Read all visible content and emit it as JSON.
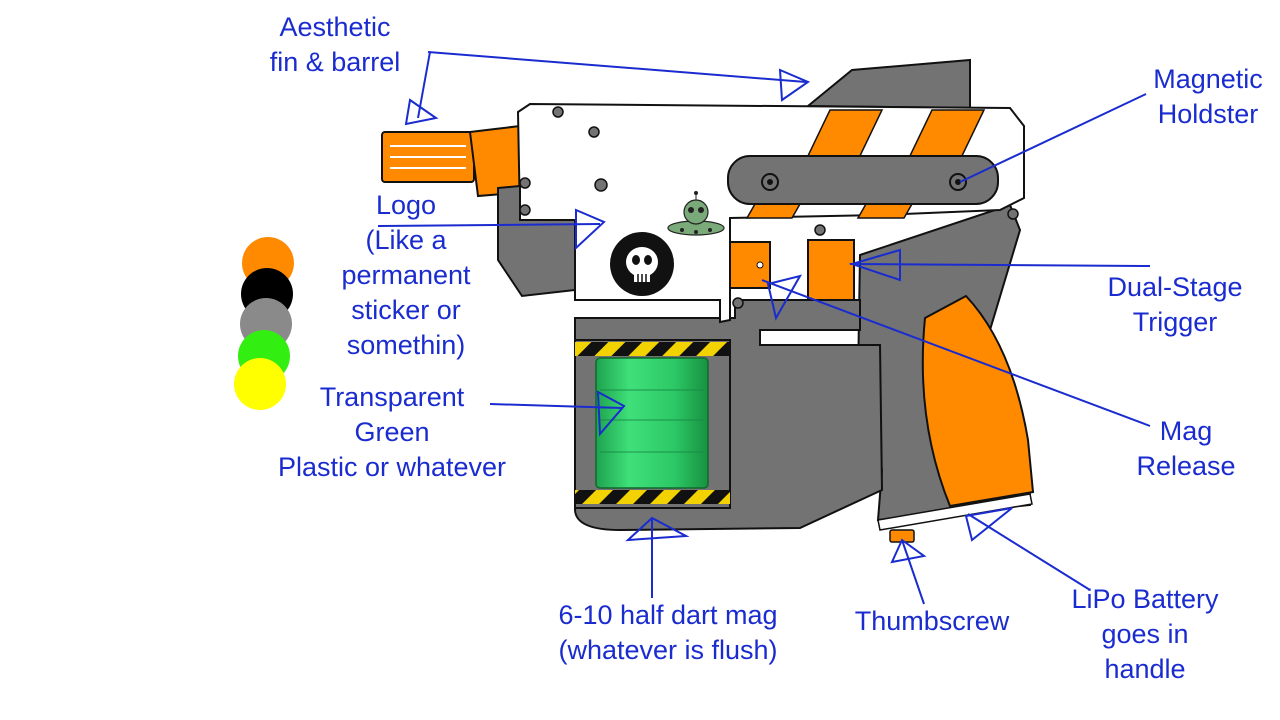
{
  "labels": {
    "aesthetic": [
      "Aesthetic",
      "fin & barrel"
    ],
    "logo": [
      "Logo",
      "(Like a",
      "permanent",
      "sticker or",
      "somethin)"
    ],
    "transparent": [
      "Transparent",
      "Green",
      "Plastic or whatever"
    ],
    "mag": [
      "6-10 half dart mag",
      "(whatever is flush)"
    ],
    "thumbscrew": [
      "Thumbscrew"
    ],
    "lipo": [
      "LiPo Battery",
      "goes in",
      "handle"
    ],
    "holdster": [
      "Magnetic",
      "Holdster"
    ],
    "trigger": [
      "Dual-Stage",
      "Trigger"
    ],
    "magrelease": [
      "Mag",
      "Release"
    ]
  },
  "palette": [
    "#ff8a00",
    "#000000",
    "#8a8a8a",
    "#33ee11",
    "#ffff00"
  ],
  "colors": {
    "orange": "#ff8a00",
    "gray": "#737373",
    "white": "#ffffff",
    "outline": "#111111",
    "annotation": "#1a2ccf",
    "green_mag": "#2fd26b",
    "hazard": "#f2d200"
  },
  "icons": [
    "skull-logo-icon",
    "alien-ufo-icon"
  ]
}
